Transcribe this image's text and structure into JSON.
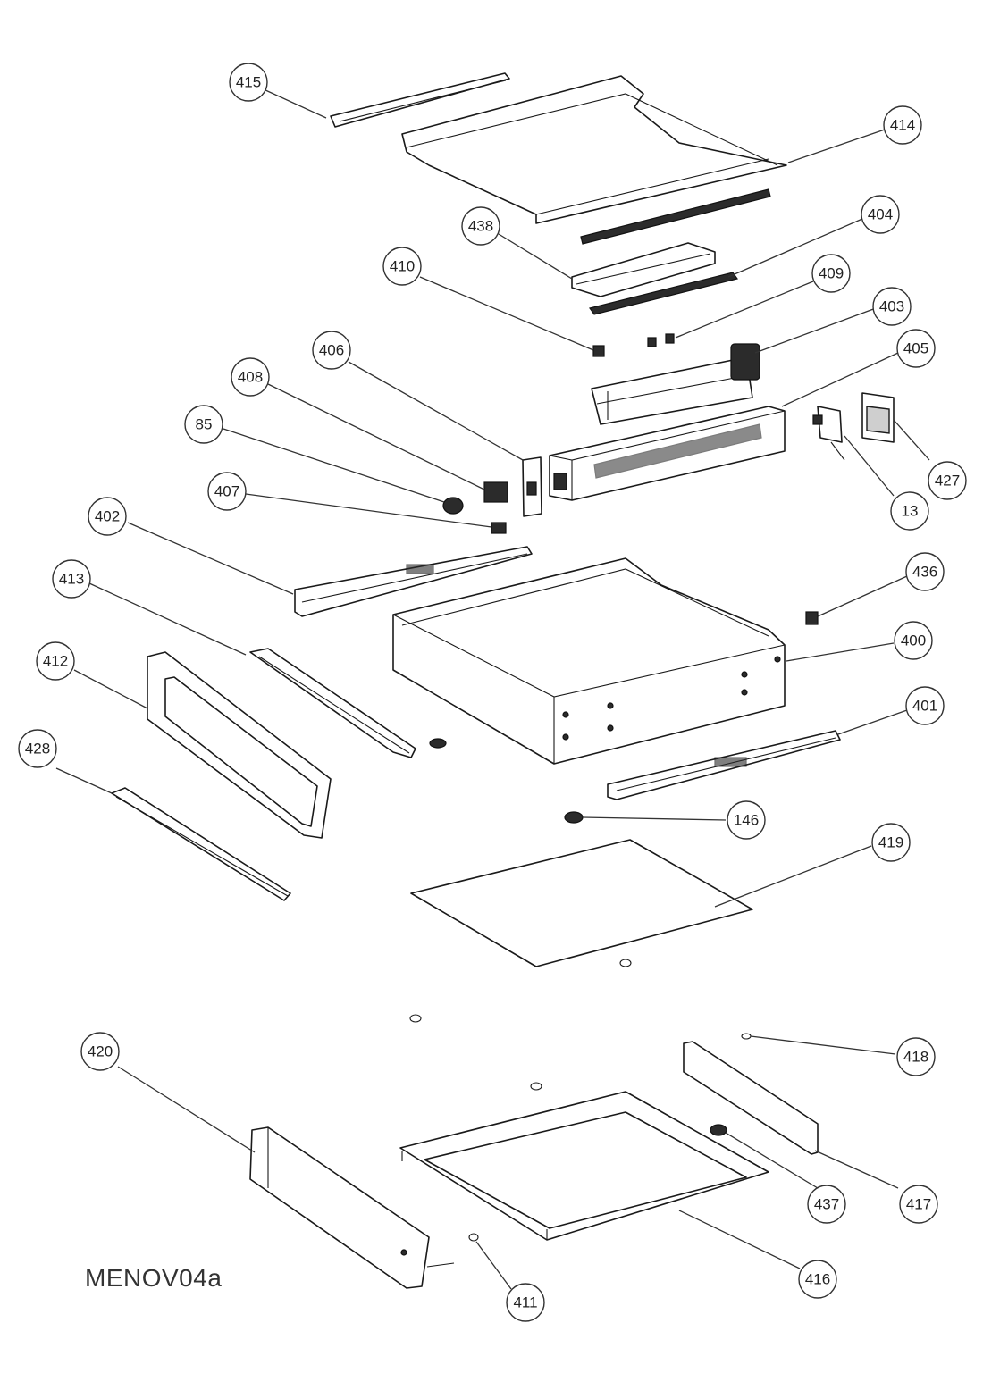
{
  "drawing_code": "MENOV04a",
  "callouts": [
    {
      "id": "c415",
      "label": "415"
    },
    {
      "id": "c414",
      "label": "414"
    },
    {
      "id": "c438",
      "label": "438"
    },
    {
      "id": "c404",
      "label": "404"
    },
    {
      "id": "c410",
      "label": "410"
    },
    {
      "id": "c409",
      "label": "409"
    },
    {
      "id": "c403",
      "label": "403"
    },
    {
      "id": "c406",
      "label": "406"
    },
    {
      "id": "c405",
      "label": "405"
    },
    {
      "id": "c408",
      "label": "408"
    },
    {
      "id": "c85",
      "label": "85"
    },
    {
      "id": "c407",
      "label": "407"
    },
    {
      "id": "c13",
      "label": "13"
    },
    {
      "id": "c427",
      "label": "427"
    },
    {
      "id": "c402",
      "label": "402"
    },
    {
      "id": "c413",
      "label": "413"
    },
    {
      "id": "c436",
      "label": "436"
    },
    {
      "id": "c412",
      "label": "412"
    },
    {
      "id": "c400",
      "label": "400"
    },
    {
      "id": "c428",
      "label": "428"
    },
    {
      "id": "c401",
      "label": "401"
    },
    {
      "id": "c146",
      "label": "146"
    },
    {
      "id": "c419",
      "label": "419"
    },
    {
      "id": "c420",
      "label": "420"
    },
    {
      "id": "c418",
      "label": "418"
    },
    {
      "id": "c437",
      "label": "437"
    },
    {
      "id": "c417",
      "label": "417"
    },
    {
      "id": "c416",
      "label": "416"
    },
    {
      "id": "c411",
      "label": "411"
    }
  ]
}
